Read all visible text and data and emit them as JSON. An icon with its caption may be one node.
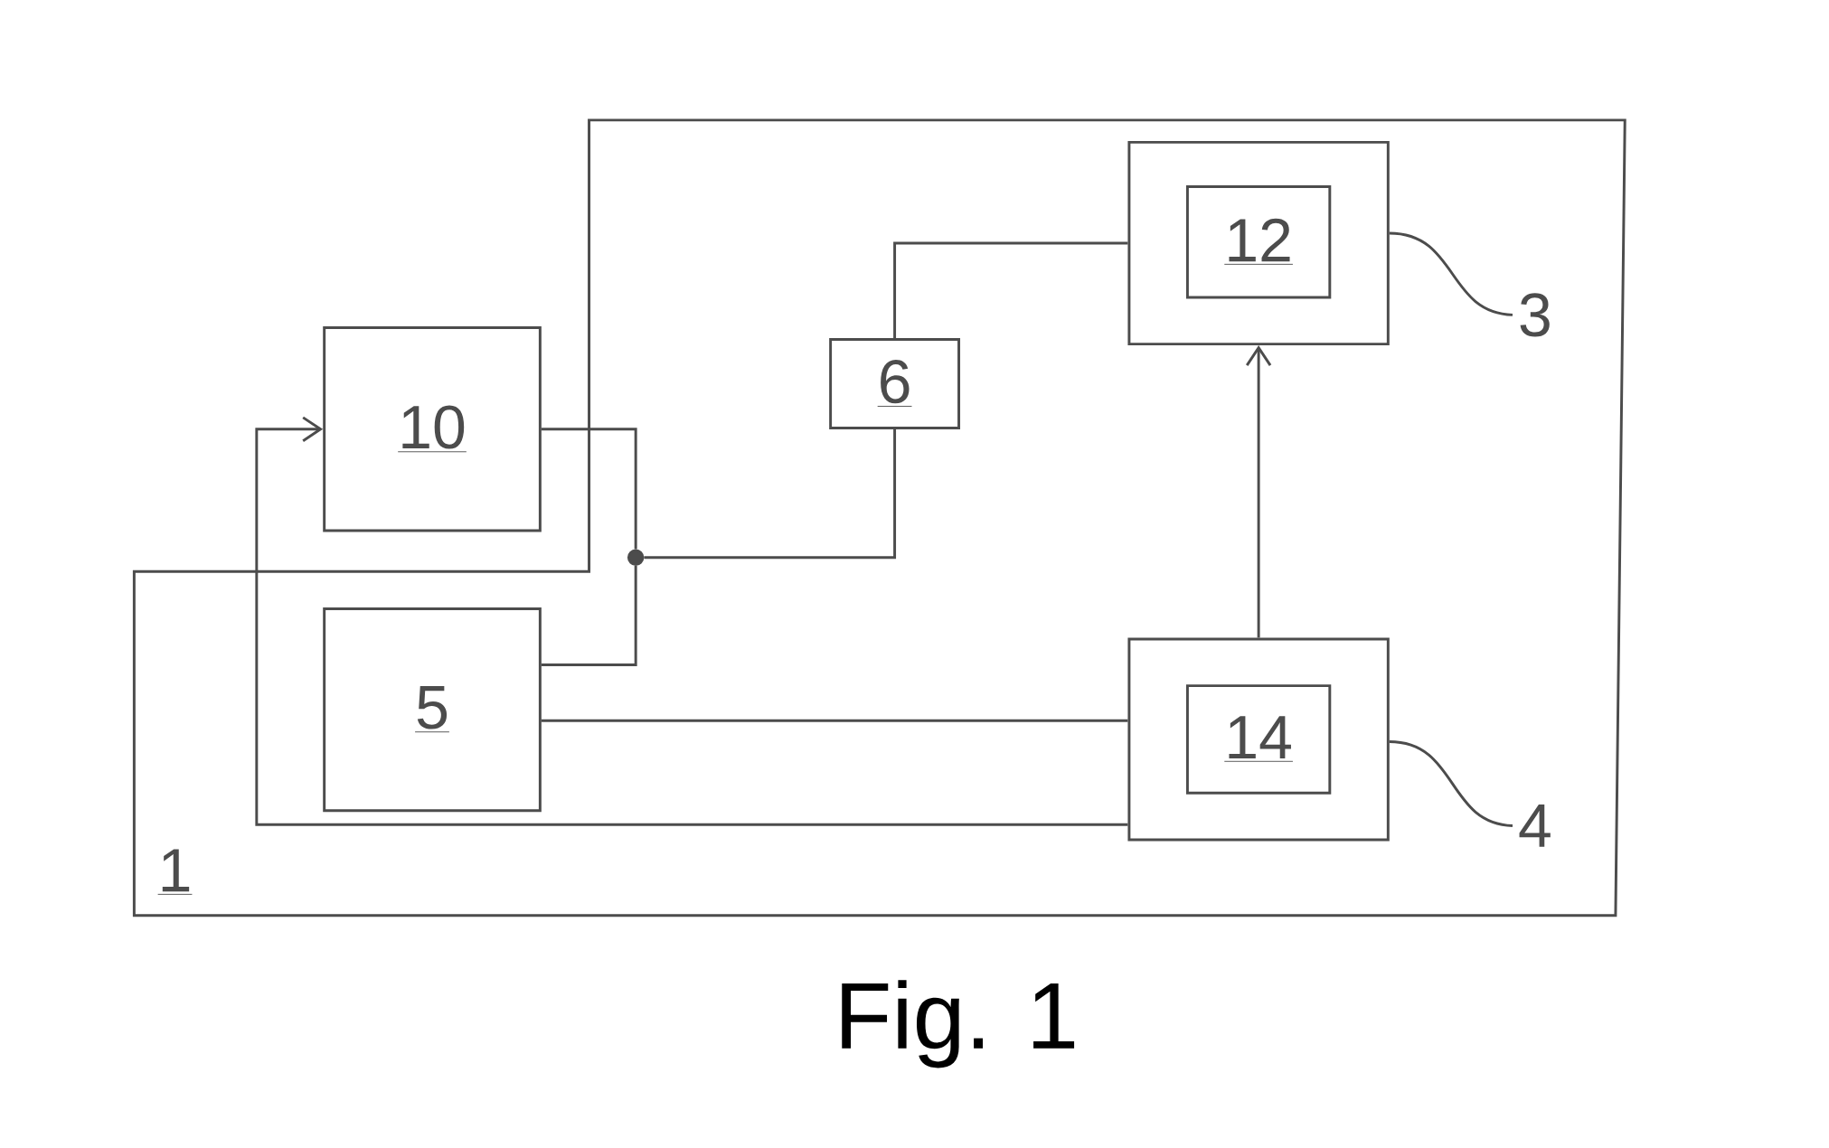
{
  "diagram": {
    "caption": "Fig. 1",
    "nodes": [
      {
        "text": [
          "1"
        ]
      },
      {
        "text": [],
        "shape": "box",
        "in": 0
      },
      {
        "text": [
          "12"
        ],
        "in": 1
      },
      {
        "text": [
          "3"
        ],
        "in": 0
      },
      {
        "text": [
          "10"
        ]
      },
      {
        "text": [
          "6"
        ],
        "in": 0
      },
      {
        "text": [],
        "shape": "circle",
        "in": 0
      },
      {
        "text": [
          "5"
        ],
        "in": 0
      },
      {
        "text": [],
        "shape": "box",
        "in": 0
      },
      {
        "text": [
          "14"
        ],
        "in": 8
      },
      {
        "text": [
          "4"
        ],
        "in": 0
      }
    ],
    "edges": [
      {
        "from": 4,
        "to": 6,
        "arrow": "none"
      },
      {
        "from": 7,
        "to": 6,
        "arrow": "none"
      },
      {
        "from": 6,
        "to": 5,
        "arrow": "none"
      },
      {
        "from": 5,
        "to": 1,
        "arrow": "none"
      },
      {
        "from": 8,
        "to": 1,
        "arrow": "to"
      },
      {
        "from": 7,
        "to": 8,
        "arrow": "none"
      },
      {
        "from": 8,
        "to": 4,
        "arrow": "to"
      },
      {
        "from": 3,
        "to": 1,
        "arrow": "none"
      },
      {
        "from": 10,
        "to": 8,
        "arrow": "none"
      }
    ]
  }
}
